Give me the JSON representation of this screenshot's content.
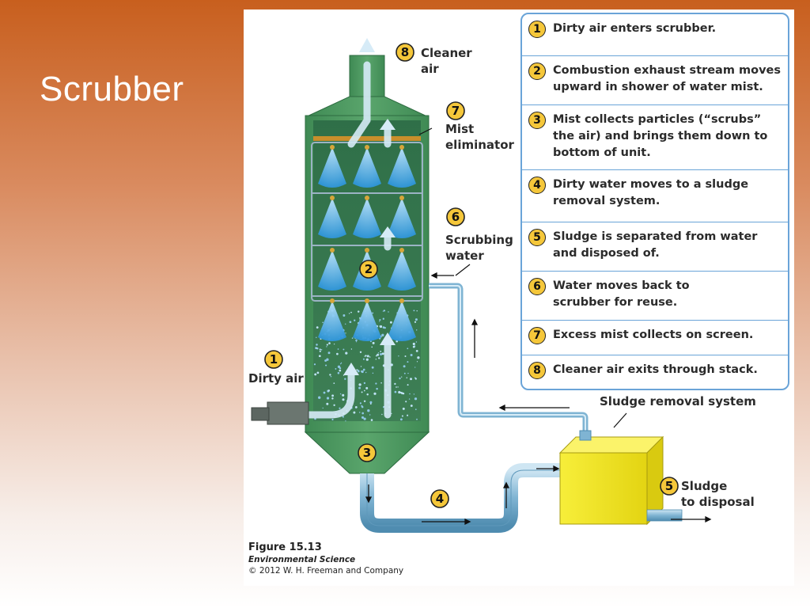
{
  "slide": {
    "title": "Scrubber"
  },
  "diagram": {
    "labels": {
      "cleaner_air": "Cleaner\nair",
      "mist_eliminator": "Mist\neliminator",
      "scrubbing_water": "Scrubbing\nwater",
      "dirty_air": "Dirty air",
      "sludge_removal_system": "Sludge removal system",
      "sludge_to_disposal": "Sludge\nto disposal"
    },
    "badges": [
      "1",
      "2",
      "3",
      "4",
      "5",
      "6",
      "7",
      "8"
    ]
  },
  "legend": {
    "items": [
      {
        "num": "1",
        "text": "Dirty air enters scrubber."
      },
      {
        "num": "2",
        "text": "Combustion exhaust stream moves\nupward in shower of water mist."
      },
      {
        "num": "3",
        "text": "Mist collects particles (“scrubs”\nthe air) and brings them down to\nbottom of unit."
      },
      {
        "num": "4",
        "text": "Dirty water moves to a sludge\nremoval system."
      },
      {
        "num": "5",
        "text": "Sludge is separated from water\nand disposed of."
      },
      {
        "num": "6",
        "text": "Water moves back to\nscrubber for reuse."
      },
      {
        "num": "7",
        "text": "Excess mist collects on screen."
      },
      {
        "num": "8",
        "text": "Cleaner air exits through stack."
      }
    ]
  },
  "caption": {
    "figure": "Figure 15.13",
    "book": "Environmental Science",
    "copyright": "© 2012 W. H. Freeman and Company"
  },
  "colors": {
    "tower_green": "#4f9a62",
    "mist_blue": "#4aa9e3",
    "badge_yellow": "#f5c73a",
    "legend_border": "#6aa4d8",
    "sludge_tank": "#f2e619"
  }
}
